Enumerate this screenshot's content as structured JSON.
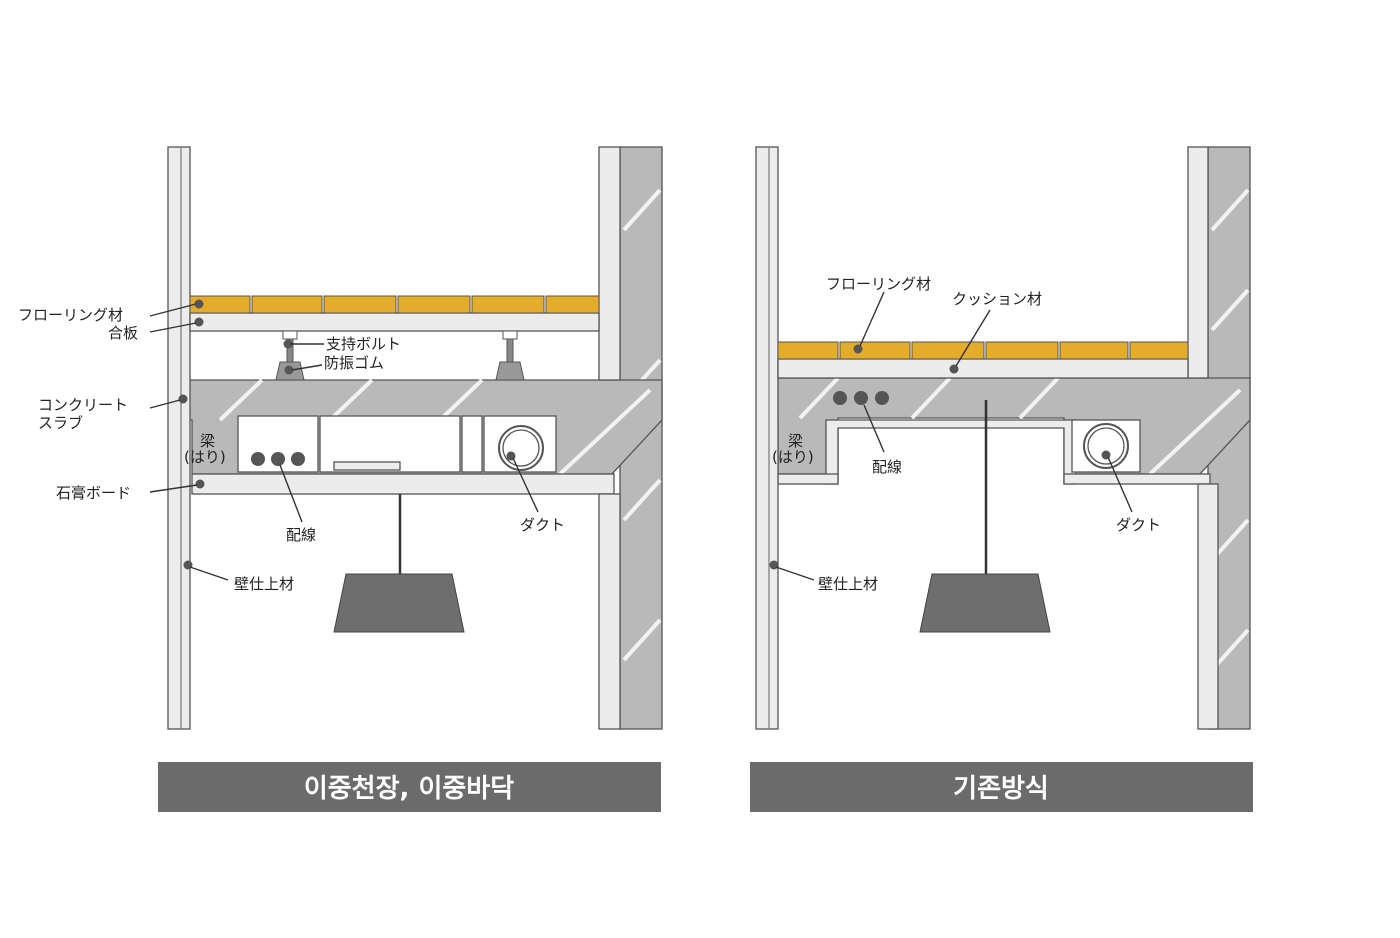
{
  "panels": [
    {
      "caption": "이중천장, 이중바닥",
      "labels": {
        "flooring": "フローリング材",
        "plywood": "合板",
        "support_bolt": "支持ボルト",
        "rubber": "防振ゴム",
        "slab_line1": "コンクリート",
        "slab_line2": "スラブ",
        "beam_line1": "梁",
        "beam_line2": "(はり)",
        "gypsum": "石膏ボード",
        "wiring": "配線",
        "duct": "ダクト",
        "wall_finish": "壁仕上材"
      }
    },
    {
      "caption": "기존방식",
      "labels": {
        "flooring": "フローリング材",
        "cushion": "クッション材",
        "beam_line1": "梁",
        "beam_line2": "(はり)",
        "wiring": "配線",
        "duct": "ダクト",
        "wall_finish": "壁仕上材"
      }
    }
  ],
  "colors": {
    "flooring": "#e3ac2b",
    "concrete": "#b9b9b9",
    "caption_bg": "#6b6b6b",
    "lamp": "#6e6e6e"
  }
}
